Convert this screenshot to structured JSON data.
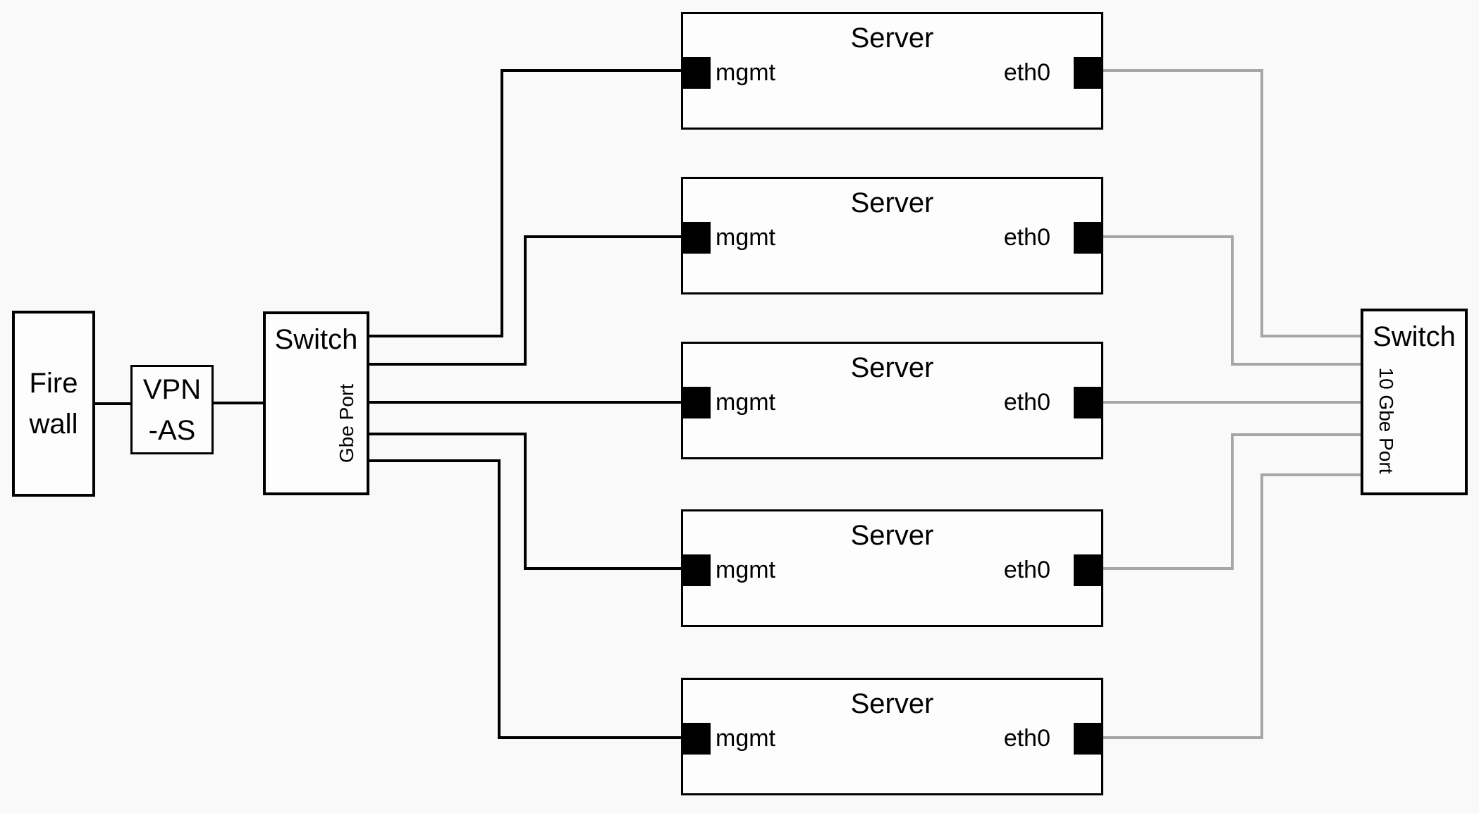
{
  "colors": {
    "link_mgmt": "#000000",
    "link_10gbe": "#a6a6a6",
    "border": "#000000",
    "background": "#f9f9f9",
    "text": "#000000"
  },
  "firewall": {
    "line1": "Fire",
    "line2": "wall"
  },
  "vpn": {
    "line1": "VPN",
    "line2": "-AS"
  },
  "left_switch": {
    "title": "Switch",
    "port_label": "Gbe Port"
  },
  "right_switch": {
    "title": "Switch",
    "port_label": "10 Gbe Port"
  },
  "servers": [
    {
      "title": "Server",
      "left_port_label": "mgmt",
      "right_port_label": "eth0"
    },
    {
      "title": "Server",
      "left_port_label": "mgmt",
      "right_port_label": "eth0"
    },
    {
      "title": "Server",
      "left_port_label": "mgmt",
      "right_port_label": "eth0"
    },
    {
      "title": "Server",
      "left_port_label": "mgmt",
      "right_port_label": "eth0"
    },
    {
      "title": "Server",
      "left_port_label": "mgmt",
      "right_port_label": "eth0"
    }
  ]
}
